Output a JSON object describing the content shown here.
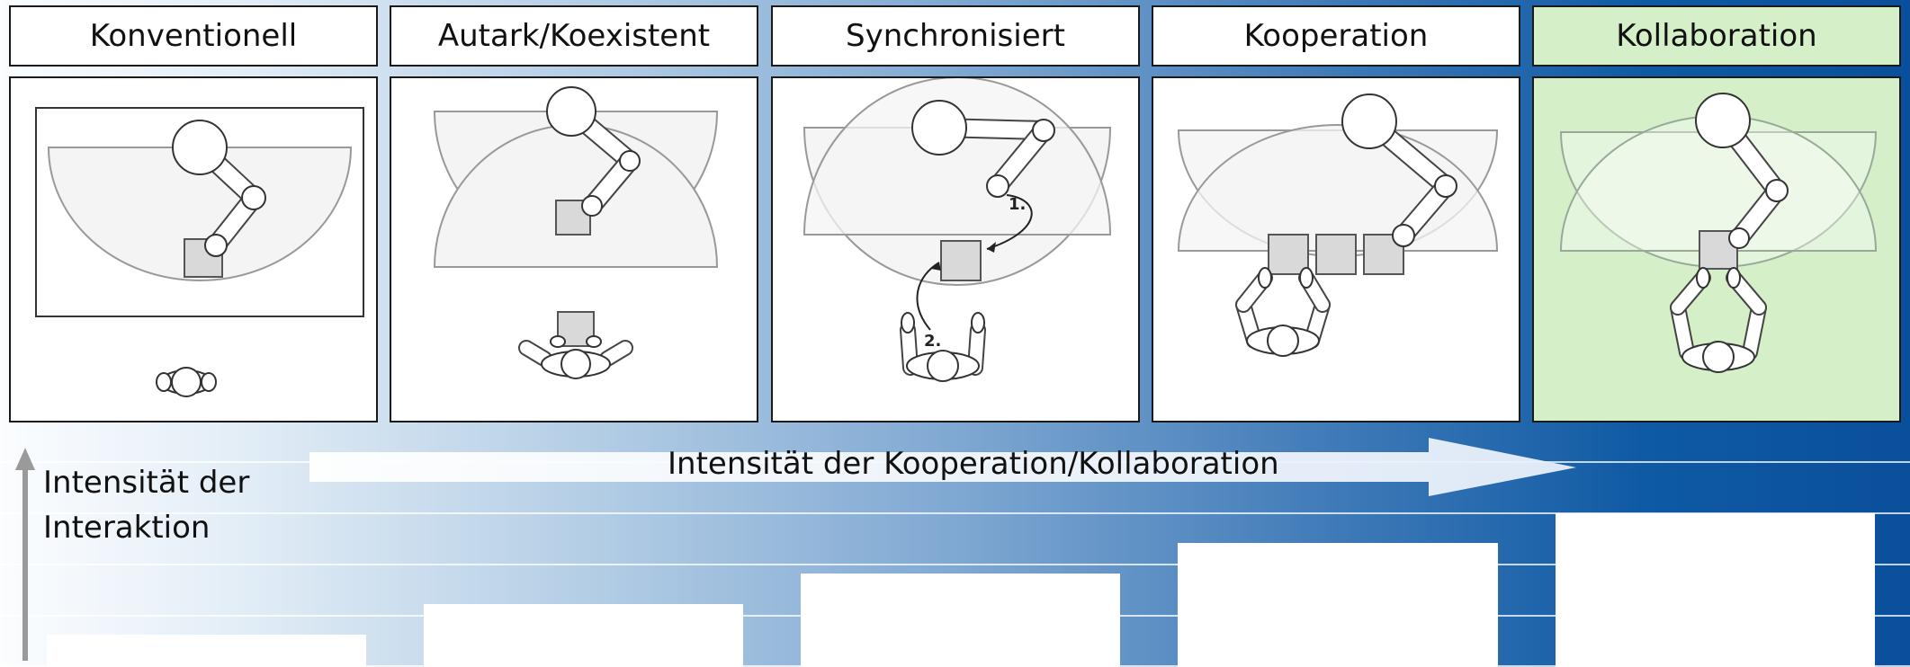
{
  "categories": [
    {
      "label": "Konventionell",
      "highlighted": false
    },
    {
      "label": "Autark/Koexistent",
      "highlighted": false
    },
    {
      "label": "Synchronisiert",
      "highlighted": false
    },
    {
      "label": "Kooperation",
      "highlighted": false
    },
    {
      "label": "Kollaboration",
      "highlighted": true
    }
  ],
  "vertical_axis_label_line1": "Intensität der",
  "vertical_axis_label_line2": "Interaktion",
  "horizontal_arrow_label": "Intensität der Kooperation/Kollaboration",
  "step_labels": [
    "1.",
    "2."
  ],
  "interaction_level": {
    "order": [
      "Konventionell",
      "Autark/Koexistent",
      "Synchronisiert",
      "Kooperation",
      "Kollaboration"
    ],
    "level_rank": [
      1,
      2,
      3,
      4,
      5
    ]
  },
  "colors": {
    "highlight": "#d5f0c9",
    "gradient_start": "#fbfdff",
    "gradient_end": "#0a4f9b",
    "zone_fill": "#f2f2f2",
    "part_fill": "#d9d9d9"
  }
}
